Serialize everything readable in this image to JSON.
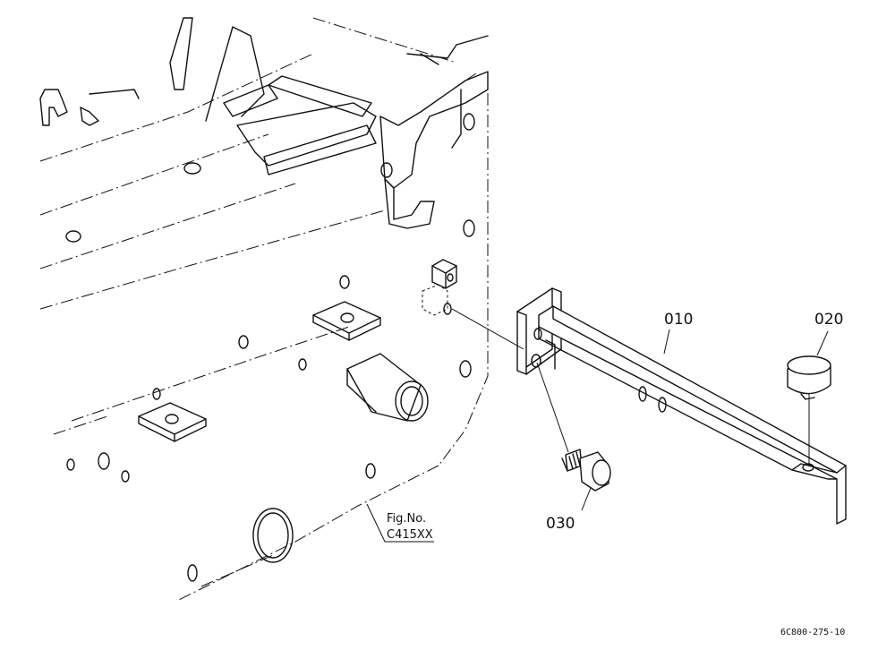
{
  "labels": {
    "part_010": "010",
    "part_020": "020",
    "part_030": "030"
  },
  "figure_ref": {
    "line1": "Fig.No.",
    "line2": "C415XX"
  },
  "drawing_code": "6C800-275-10"
}
